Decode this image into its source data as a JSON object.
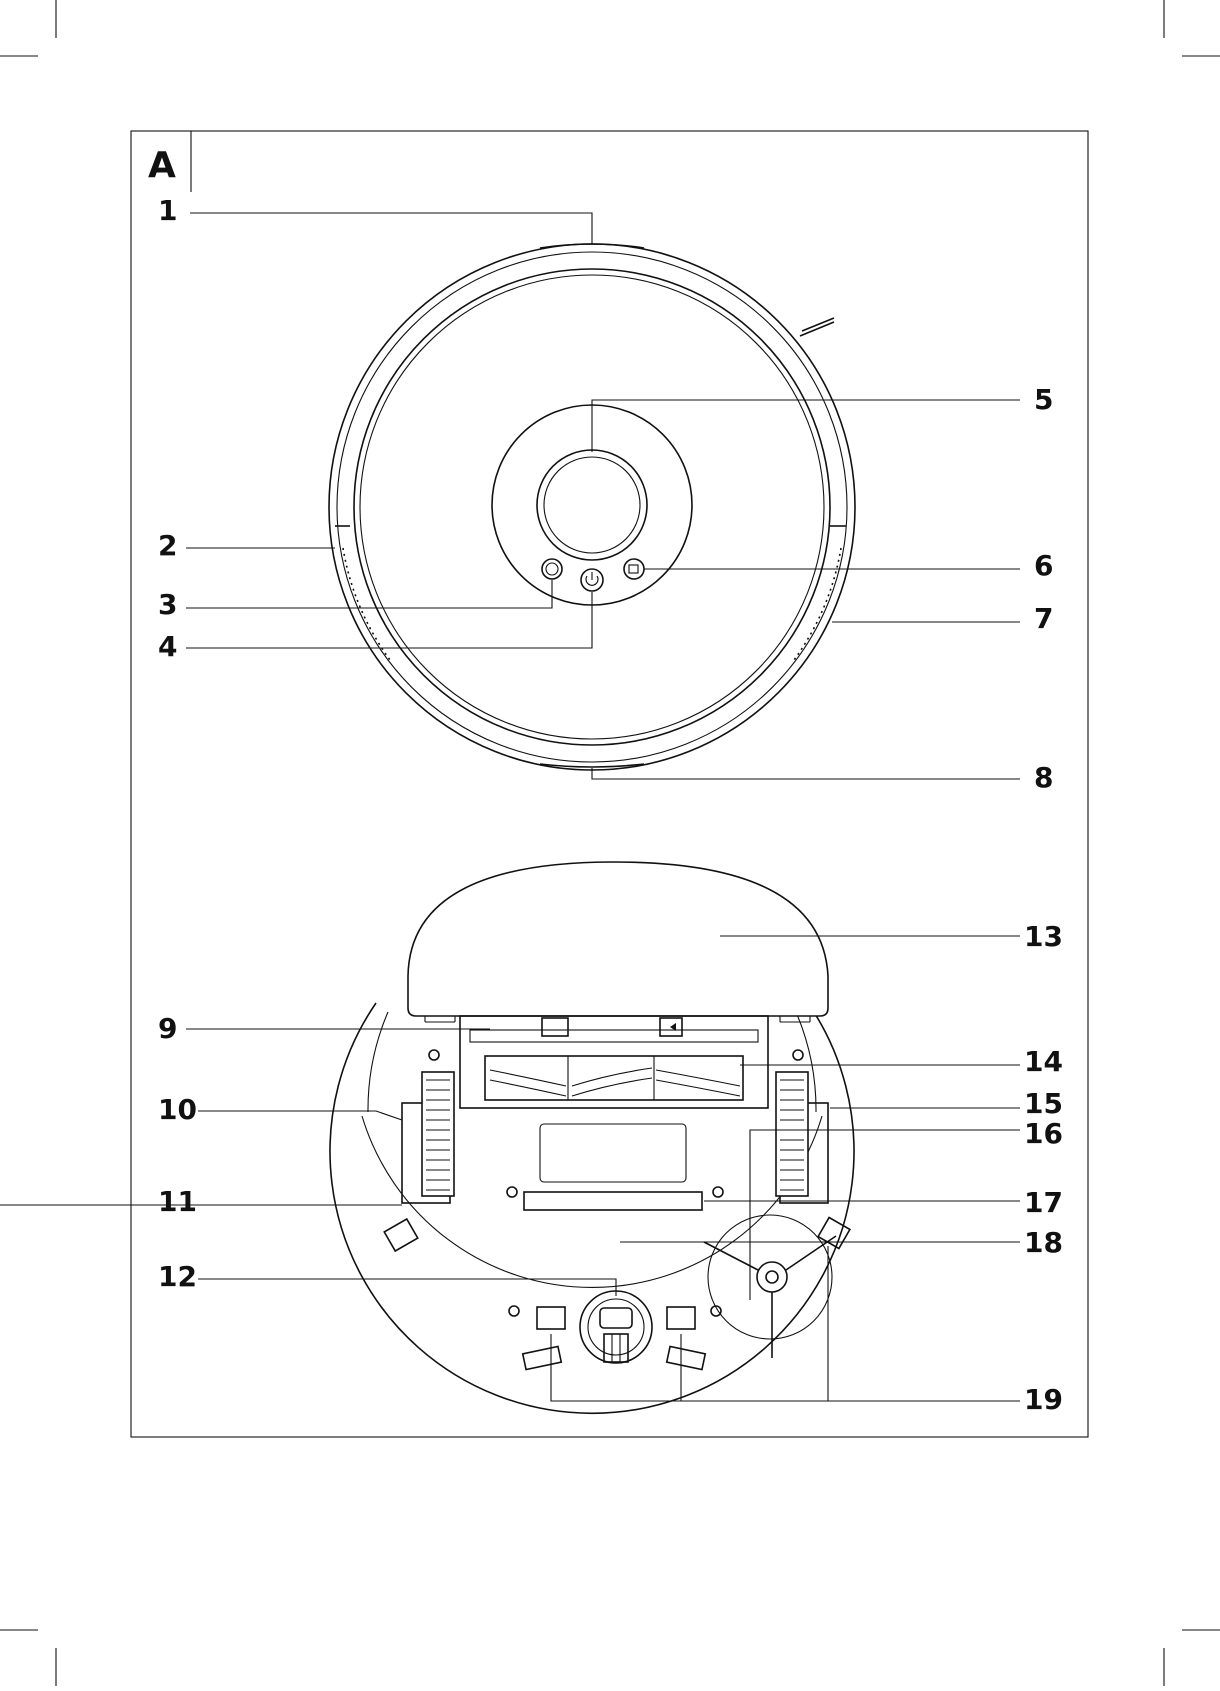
{
  "figure": {
    "letter": "A"
  },
  "callouts": {
    "c1": "1",
    "c2": "2",
    "c3": "3",
    "c4": "4",
    "c5": "5",
    "c6": "6",
    "c7": "7",
    "c8": "8",
    "c9": "9",
    "c10": "10",
    "c11": "11",
    "c12": "12",
    "c13": "13",
    "c14": "14",
    "c15": "15",
    "c16": "16",
    "c17": "17",
    "c18": "18",
    "c19": "19"
  }
}
